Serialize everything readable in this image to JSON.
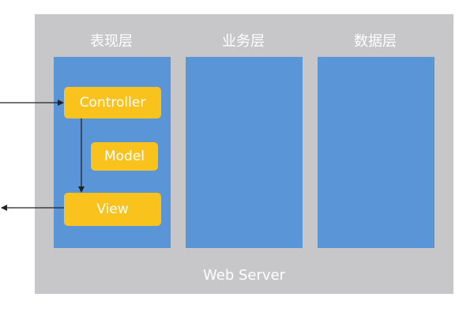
{
  "layers": {
    "presentation": "表现层",
    "business": "业务层",
    "data": "数据层"
  },
  "components": {
    "controller": "Controller",
    "model": "Model",
    "view": "View"
  },
  "server": {
    "label": "Web Server"
  },
  "colors": {
    "server_bg": "#c7c7c9",
    "layer_bg": "#5a95d7",
    "component_bg": "#f9c21c",
    "text": "#ffffff",
    "arrow": "#222222"
  }
}
